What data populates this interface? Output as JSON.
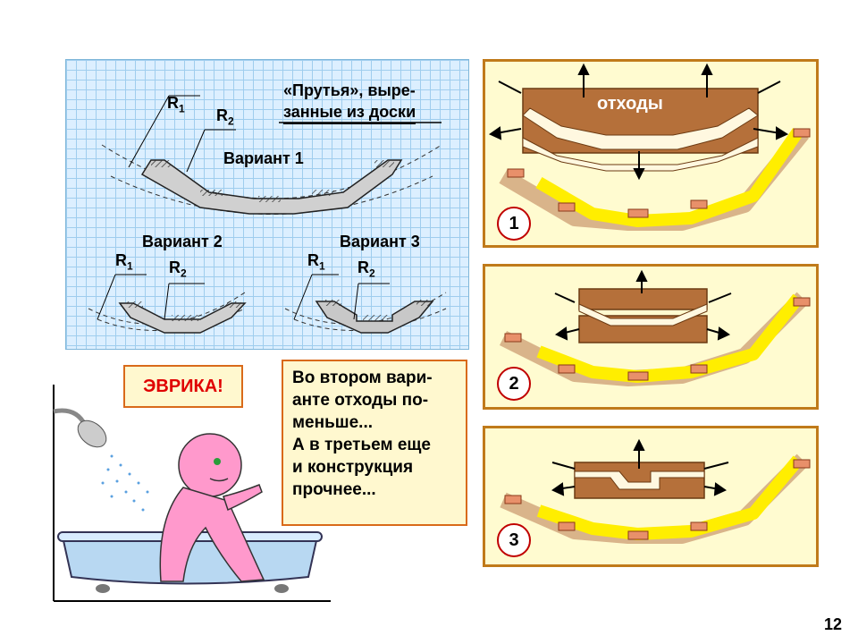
{
  "grid_panel": {
    "caption_line1": "«Прутья», выре-",
    "caption_line2": "занные из доски",
    "variant1": "Вариант 1",
    "variant2": "Вариант 2",
    "variant3": "Вариант 3",
    "r1": "R",
    "r2": "R",
    "sub1": "1",
    "sub2": "2"
  },
  "panels": [
    {
      "number": "1",
      "waste_label": "отходы"
    },
    {
      "number": "2"
    },
    {
      "number": "3"
    }
  ],
  "eureka": "ЭВРИКА!",
  "speech": "Во втором вари-\nанте отходы по-\nменьше...\nА в третьем еще\nи конструкция\nпрочнее...",
  "page_number": "12",
  "colors": {
    "wood": "#b5703a",
    "yellow_rod": "#ffee00",
    "panel_border": "#c07a1a",
    "grid": "#9fcdee"
  }
}
